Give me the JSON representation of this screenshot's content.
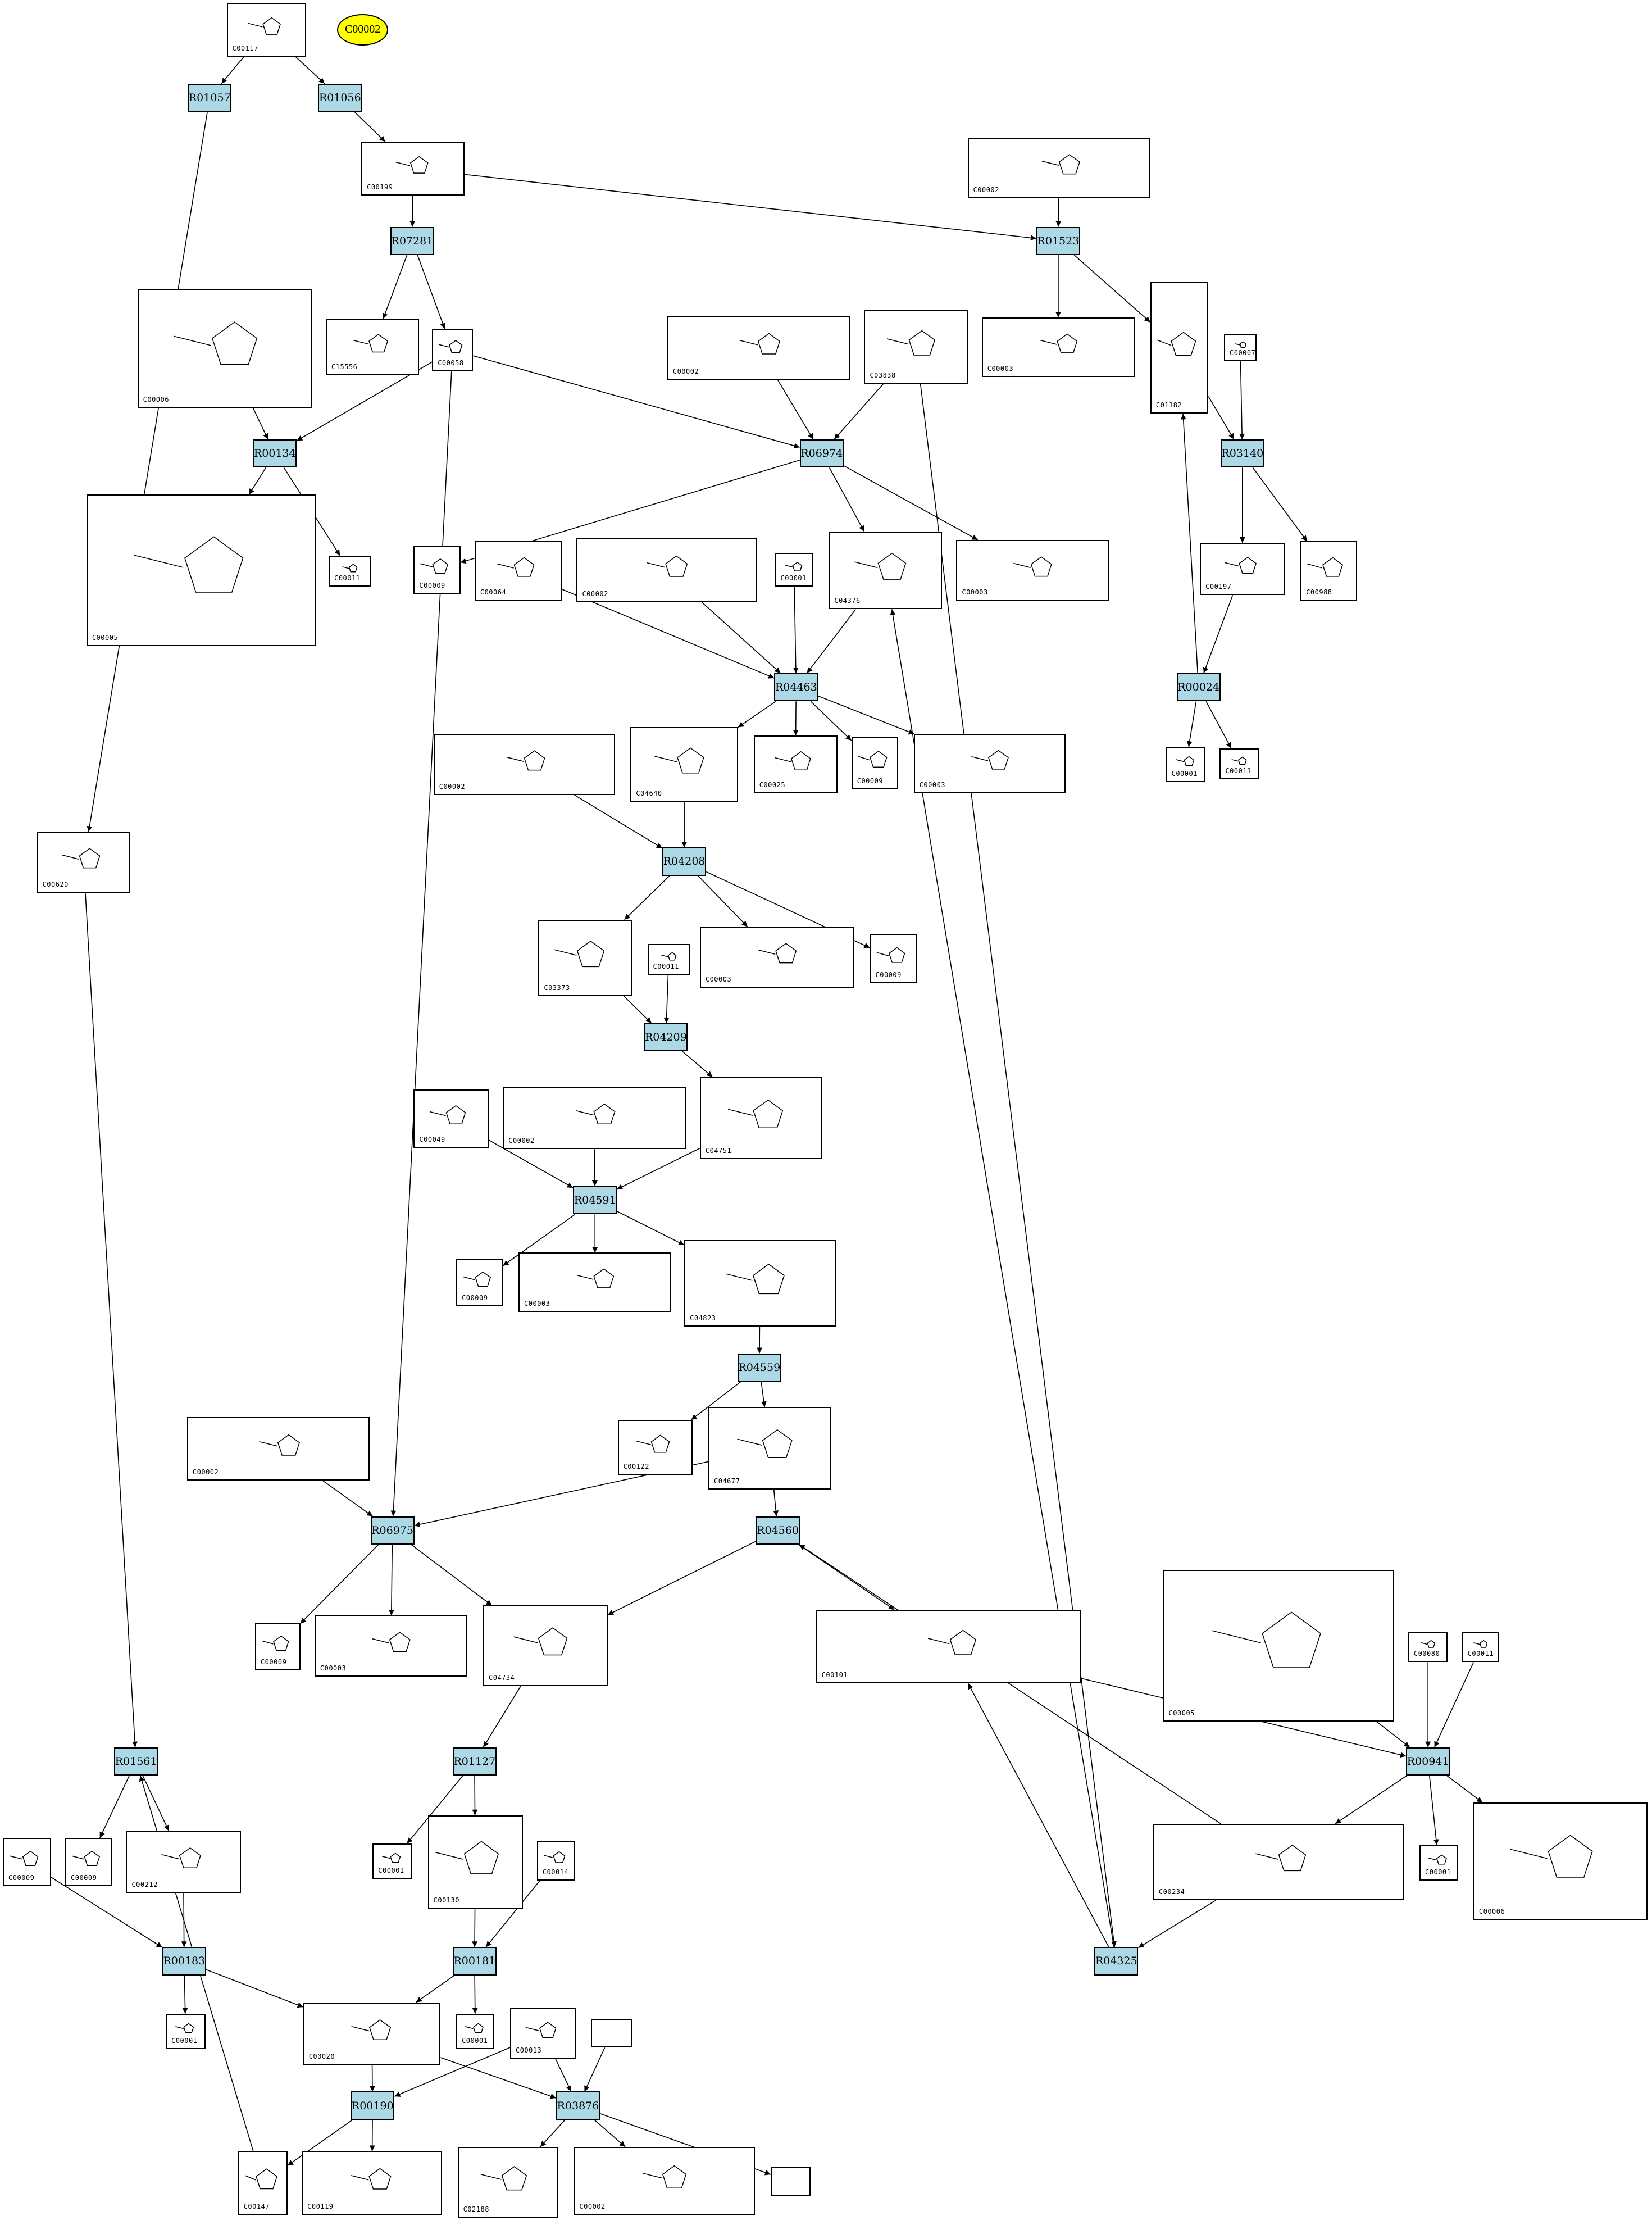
{
  "legend_node": {
    "label": "C00002",
    "color": "#ffff00"
  },
  "colors": {
    "reaction_fill": "#add8e6",
    "edge": "#000000"
  },
  "reactions": [
    {
      "label": "R01057"
    },
    {
      "label": "R01056"
    },
    {
      "label": "R07281"
    },
    {
      "label": "R01523"
    },
    {
      "label": "R00134"
    },
    {
      "label": "R06974"
    },
    {
      "label": "R03140"
    },
    {
      "label": "R04463"
    },
    {
      "label": "R00024"
    },
    {
      "label": "R04208"
    },
    {
      "label": "R04209"
    },
    {
      "label": "R04591"
    },
    {
      "label": "R04559"
    },
    {
      "label": "R06975"
    },
    {
      "label": "R04560"
    },
    {
      "label": "R01561"
    },
    {
      "label": "R01127"
    },
    {
      "label": "R00941"
    },
    {
      "label": "R00183"
    },
    {
      "label": "R00181"
    },
    {
      "label": "R04325"
    },
    {
      "label": "R00190"
    },
    {
      "label": "R03876"
    }
  ],
  "compounds": [
    {
      "label": "C00117"
    },
    {
      "label": "C00199"
    },
    {
      "label": "C00002"
    },
    {
      "label": "C15556"
    },
    {
      "label": "C00058"
    },
    {
      "label": "C00006"
    },
    {
      "label": "C00002"
    },
    {
      "label": "C03838"
    },
    {
      "label": "C00003"
    },
    {
      "label": "C01182"
    },
    {
      "label": "C00007"
    },
    {
      "label": "C00005"
    },
    {
      "label": "C00011"
    },
    {
      "label": "C00009"
    },
    {
      "label": "C00064"
    },
    {
      "label": "C00002"
    },
    {
      "label": "C00001"
    },
    {
      "label": "C04376"
    },
    {
      "label": "C00003"
    },
    {
      "label": "C00197"
    },
    {
      "label": "C00988"
    },
    {
      "label": "C00001"
    },
    {
      "label": "C00011"
    },
    {
      "label": "C00002"
    },
    {
      "label": "C04640"
    },
    {
      "label": "C00025"
    },
    {
      "label": "C00009"
    },
    {
      "label": "C00003"
    },
    {
      "label": "C00620"
    },
    {
      "label": "C03373"
    },
    {
      "label": "C00011"
    },
    {
      "label": "C00003"
    },
    {
      "label": "C00009"
    },
    {
      "label": "C00049"
    },
    {
      "label": "C00002"
    },
    {
      "label": "C04751"
    },
    {
      "label": "C00009"
    },
    {
      "label": "C00003"
    },
    {
      "label": "C04823"
    },
    {
      "label": "C00122"
    },
    {
      "label": "C04677"
    },
    {
      "label": "C00002"
    },
    {
      "label": "C00009"
    },
    {
      "label": "C00003"
    },
    {
      "label": "C04734"
    },
    {
      "label": "C00101"
    },
    {
      "label": "C00005"
    },
    {
      "label": "C00080"
    },
    {
      "label": "C00011"
    },
    {
      "label": "C00009"
    },
    {
      "label": "C00009"
    },
    {
      "label": "C00212"
    },
    {
      "label": "C00001"
    },
    {
      "label": "C00130"
    },
    {
      "label": "C00014"
    },
    {
      "label": "C00234"
    },
    {
      "label": "C00001"
    },
    {
      "label": "C00006"
    },
    {
      "label": "C00001"
    },
    {
      "label": "C00020"
    },
    {
      "label": "C00001"
    },
    {
      "label": "C00013"
    },
    {
      "label": ""
    },
    {
      "label": "C00147"
    },
    {
      "label": "C00119"
    },
    {
      "label": "C02188"
    },
    {
      "label": "C00002"
    },
    {
      "label": ""
    }
  ]
}
